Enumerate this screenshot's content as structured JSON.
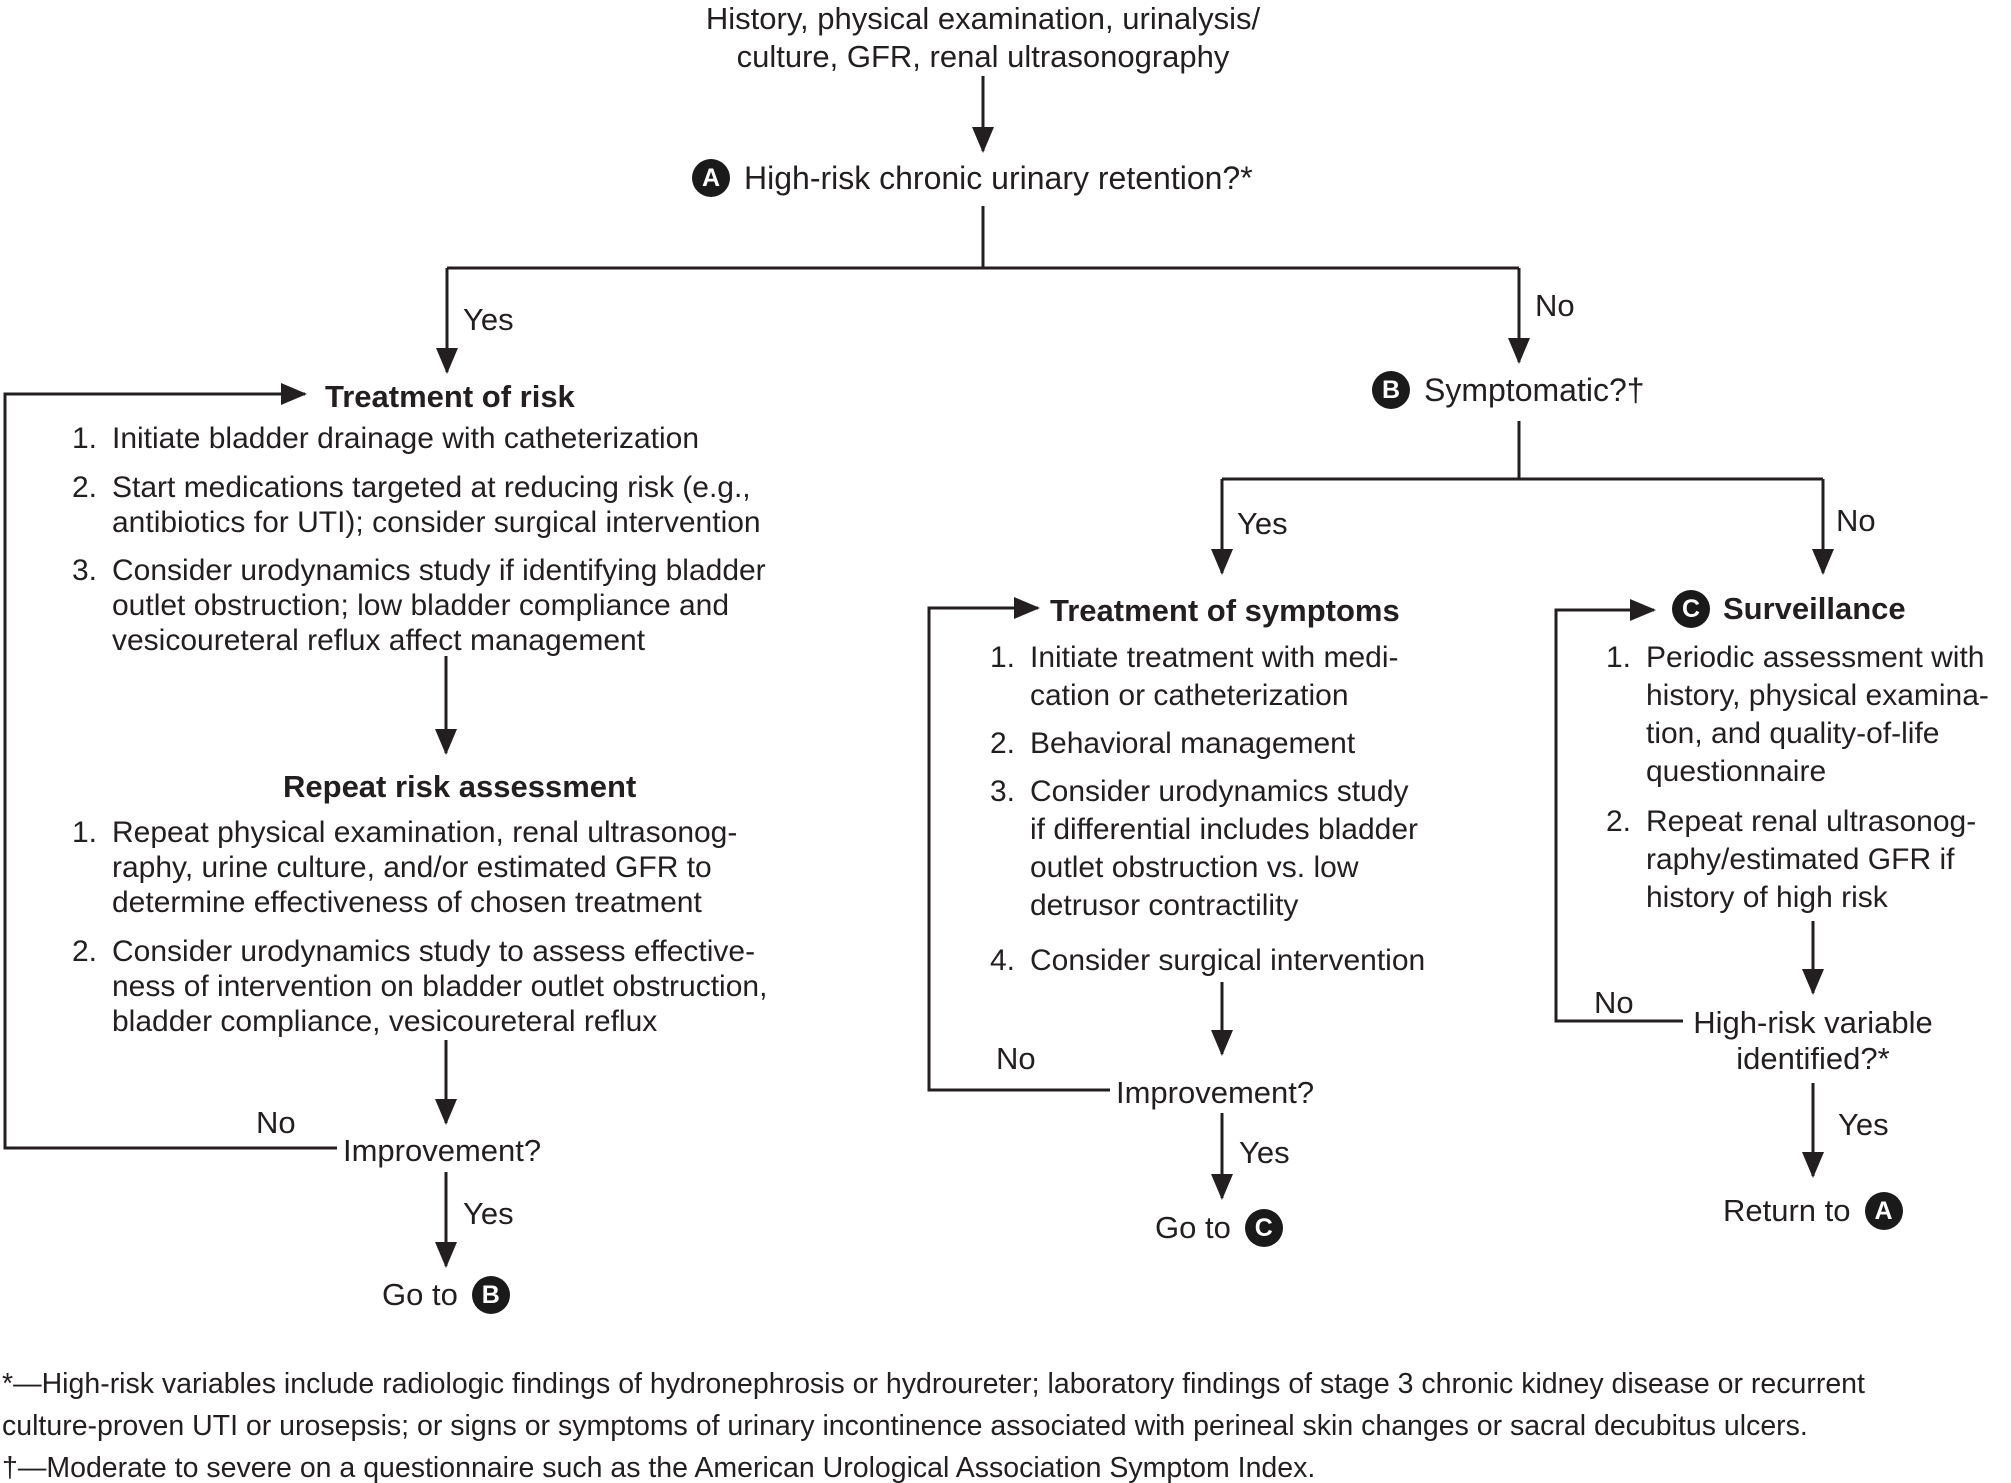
{
  "colors": {
    "ink": "#231f20",
    "badge_bg": "#1a1a1a",
    "background": "#ffffff"
  },
  "intake": {
    "text": "History, physical examination, urinalysis/\nculture, GFR, renal ultrasonography"
  },
  "node_a": {
    "badge": "A",
    "question": "High-risk chronic urinary retention?*"
  },
  "branch_a": {
    "yes_label": "Yes",
    "no_label": "No"
  },
  "treatment_of_risk": {
    "heading": "Treatment of risk",
    "items": [
      {
        "marker": "1.",
        "text": "Initiate bladder drainage with catheterization"
      },
      {
        "marker": "2.",
        "text": "Start medications targeted at reducing risk (e.g.,\nantibiotics for UTI); consider surgical intervention"
      },
      {
        "marker": "3.",
        "text": "Consider urodynamics study if identifying bladder\noutlet obstruction; low bladder compliance and\nvesicoureteral reflux affect management"
      }
    ]
  },
  "repeat_risk_assessment": {
    "heading": "Repeat risk assessment",
    "items": [
      {
        "marker": "1.",
        "text": "Repeat physical examination, renal ultrasonog-\nraphy, urine culture, and/or estimated GFR to\ndetermine effectiveness of chosen treatment"
      },
      {
        "marker": "2.",
        "text": "Consider urodynamics study to assess effective-\nness of intervention on bladder outlet obstruction,\nbladder compliance, vesicoureteral reflux"
      }
    ]
  },
  "improvement_left": {
    "question": "Improvement?",
    "no_label": "No",
    "yes_label": "Yes",
    "goto_text": "Go to",
    "goto_badge": "B"
  },
  "node_b": {
    "badge": "B",
    "question": "Symptomatic?†"
  },
  "branch_b": {
    "yes_label": "Yes",
    "no_label": "No"
  },
  "treatment_of_symptoms": {
    "heading": "Treatment of symptoms",
    "items": [
      {
        "marker": "1.",
        "text": "Initiate treatment with medi-\ncation or catheterization"
      },
      {
        "marker": "2.",
        "text": "Behavioral management"
      },
      {
        "marker": "3.",
        "text": "Consider urodynamics study\nif differential includes bladder\noutlet obstruction vs. low\ndetrusor contractility"
      },
      {
        "marker": "4.",
        "text": "Consider surgical intervention"
      }
    ]
  },
  "improvement_mid": {
    "question": "Improvement?",
    "no_label": "No",
    "yes_label": "Yes",
    "goto_text": "Go to",
    "goto_badge": "C"
  },
  "surveillance": {
    "badge": "C",
    "heading": "Surveillance",
    "items": [
      {
        "marker": "1.",
        "text": "Periodic assessment with\nhistory, physical examina-\ntion, and quality-of-life\nquestionnaire"
      },
      {
        "marker": "2.",
        "text": "Repeat renal ultrasonog-\nraphy/estimated GFR if\nhistory of high risk"
      }
    ]
  },
  "high_risk_variable": {
    "question": "High-risk variable\nidentified?*",
    "no_label": "No",
    "yes_label": "Yes",
    "return_text": "Return to",
    "return_badge": "A"
  },
  "footnotes": [
    {
      "text": "*—High-risk variables include radiologic findings of hydronephrosis or hydroureter; laboratory findings of stage 3 chronic kidney disease or recurrent\nculture-proven UTI or urosepsis; or signs or symptoms of urinary incontinence associated with perineal skin changes or sacral decubitus ulcers."
    },
    {
      "text": "†—Moderate to severe on a questionnaire such as the American Urological Association Symptom Index."
    }
  ]
}
